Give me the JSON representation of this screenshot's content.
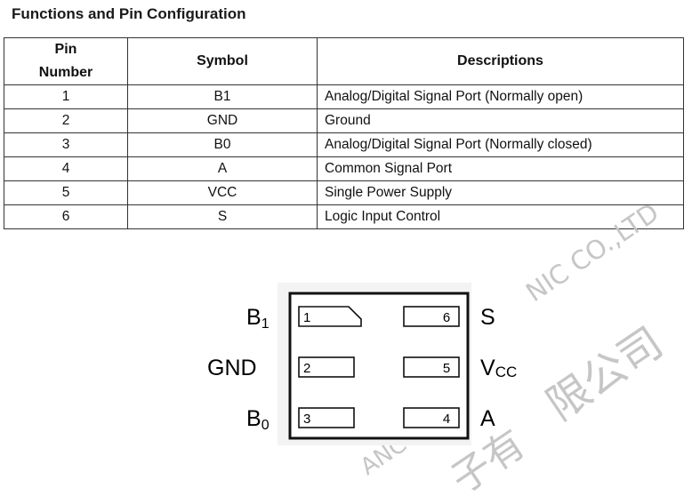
{
  "title": "Functions and Pin Configuration",
  "table": {
    "headers": [
      "Pin\nNumber",
      "Symbol",
      "Descriptions"
    ],
    "rows": [
      [
        "1",
        "B1",
        "Analog/Digital Signal Port (Normally open)"
      ],
      [
        "2",
        "GND",
        "Ground"
      ],
      [
        "3",
        "B0",
        "Analog/Digital Signal Port (Normally closed)"
      ],
      [
        "4",
        "A",
        "Common Signal Port"
      ],
      [
        "5",
        "VCC",
        "Single Power Supply"
      ],
      [
        "6",
        "S",
        "Logic Input Control"
      ]
    ]
  },
  "package": {
    "left_labels": [
      {
        "main": "B",
        "sub": "1"
      },
      {
        "main": "GND",
        "sub": ""
      },
      {
        "main": "B",
        "sub": "0"
      }
    ],
    "left_pins": [
      "1",
      "2",
      "3"
    ],
    "right_pins": [
      "6",
      "5",
      "4"
    ],
    "right_labels": [
      {
        "main": "S",
        "sub": ""
      },
      {
        "main": "V",
        "sub": "CC"
      },
      {
        "main": "A",
        "sub": ""
      }
    ]
  },
  "watermark": {
    "line1": "NIC CO.,LTD",
    "line2": "限公司",
    "line3": "ANC",
    "line4": "子有"
  }
}
